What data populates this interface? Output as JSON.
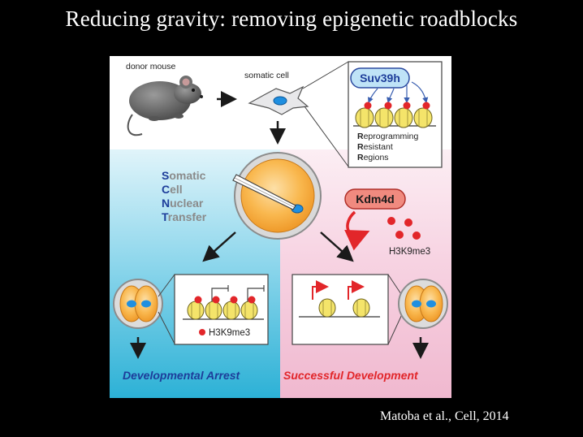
{
  "slide": {
    "title": "Reducing gravity: removing epigenetic roadblocks",
    "citation": "Matoba et al., Cell, 2014"
  },
  "figure": {
    "donor_label": "donor mouse",
    "somatic_label": "somatic cell",
    "suv39h": "Suv39h",
    "rrr": [
      {
        "initial": "R",
        "rest": "eprogramming"
      },
      {
        "initial": "R",
        "rest": "esistant"
      },
      {
        "initial": "R",
        "rest": "egions"
      }
    ],
    "scnt": [
      {
        "initial": "S",
        "rest": "omatic"
      },
      {
        "initial": "C",
        "rest": "ell"
      },
      {
        "initial": "N",
        "rest": "uclear"
      },
      {
        "initial": "T",
        "rest": "ransfer"
      }
    ],
    "kdm4d": "Kdm4d",
    "h3k9me3_right": "H3K9me3",
    "h3k9me3_left": "H3K9me3",
    "outcome_left": "Developmental Arrest",
    "outcome_right": "Successful Development"
  },
  "colors": {
    "background": "#000000",
    "title_text": "#ffffff",
    "panel_left_blue": "#35b7d8",
    "panel_right_pink": "#f3c2d6",
    "methyl_red": "#e2262a",
    "nucleosome_yellow": "#f4e46a",
    "oocyte_orange": "#f8a93a",
    "nucleus_blue": "#1f8fe0",
    "arrest_text": "#1d3d9a",
    "success_text": "#e2262a",
    "suv39h_fill": "#bfe3f7",
    "kdm4d_fill": "#f08a7f"
  }
}
